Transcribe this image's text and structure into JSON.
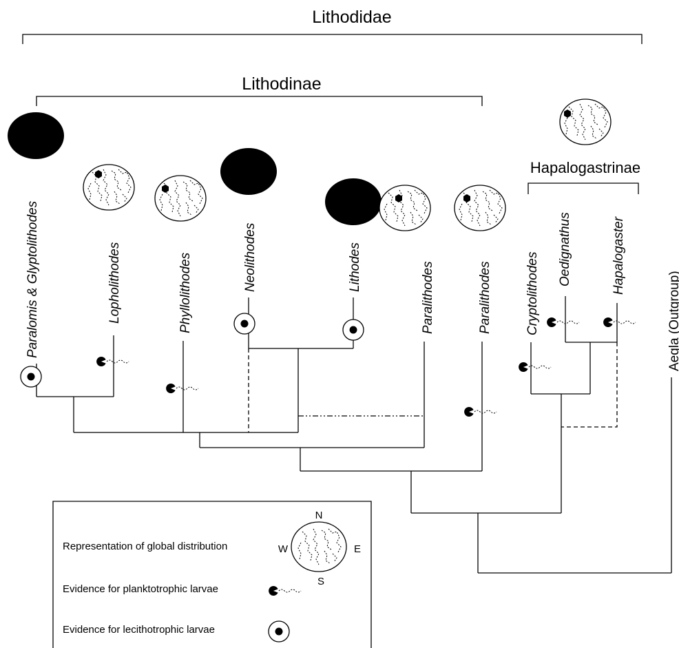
{
  "labels": {
    "family": "Lithodidae",
    "subfamily_lithodinae": "Lithodinae",
    "subfamily_hapalogastrinae": "Hapalogastrinae"
  },
  "taxa": [
    {
      "id": "paralomis-glyptolithodes",
      "name": "Paralomis & Glyptolithodes",
      "italic": true
    },
    {
      "id": "lopholithodes",
      "name": "Lopholithodes",
      "italic": true
    },
    {
      "id": "phyllolithodes",
      "name": "Phyllolithodes",
      "italic": true
    },
    {
      "id": "neolithodes",
      "name": "Neolithodes",
      "italic": true
    },
    {
      "id": "lithodes",
      "name": "Lithodes",
      "italic": true
    },
    {
      "id": "paralithodes-1",
      "name": "Paralithodes",
      "italic": true
    },
    {
      "id": "paralithodes-2",
      "name": "Paralithodes",
      "italic": true
    },
    {
      "id": "cryptolithodes",
      "name": "Cryptolithodes",
      "italic": true
    },
    {
      "id": "oedignathus",
      "name": "Oedignathus",
      "italic": true
    },
    {
      "id": "hapalogaster",
      "name": "Hapalogaster",
      "italic": true
    },
    {
      "id": "aegla",
      "name": "Aegla  (Outgroup)",
      "italic": false
    }
  ],
  "legend": {
    "distribution": "Representation of global distribution",
    "planktotrophic": "Evidence for planktotrophic larvae",
    "lecithotrophic": "Evidence for lecithotrophic larvae",
    "compass": {
      "n": "N",
      "s": "S",
      "e": "E",
      "w": "W"
    }
  },
  "icons": {
    "distribution": "globe-icon",
    "distribution_filled": "filled-globe-icon",
    "planktotrophic": "planktotrophic-larva-icon",
    "lecithotrophic": "lecithotrophic-larva-icon"
  },
  "colors": {
    "ink": "#000000",
    "background": "#ffffff"
  }
}
